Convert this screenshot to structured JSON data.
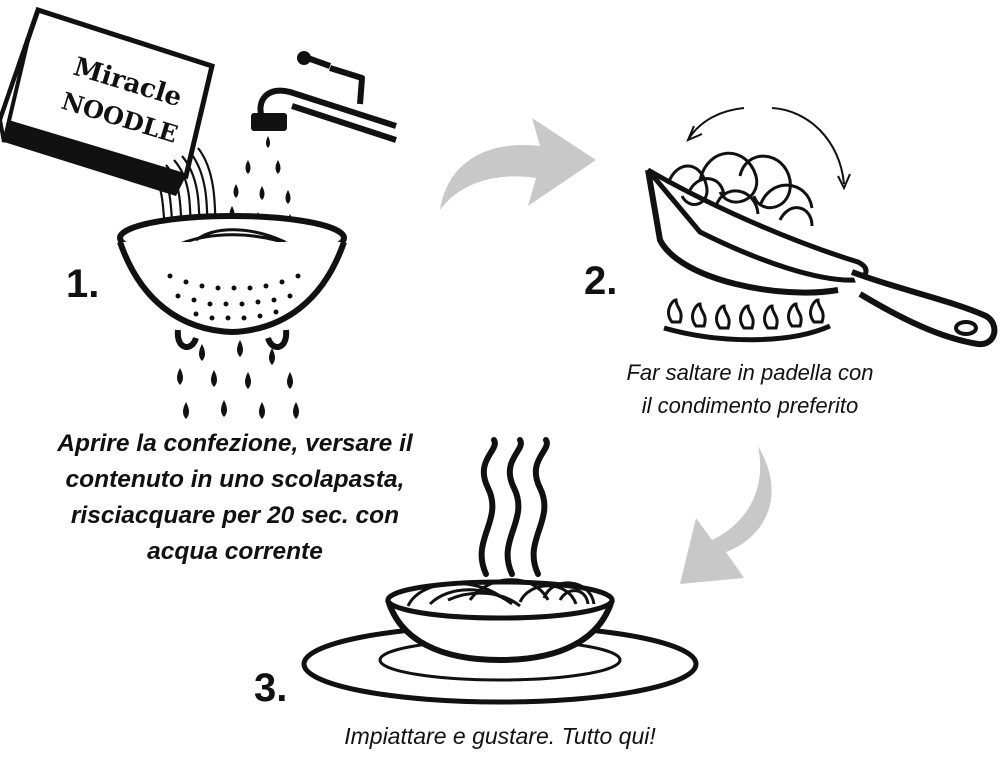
{
  "logo": {
    "line1": "Miracle",
    "line2": "NOODLE"
  },
  "steps": [
    {
      "number": "1.",
      "lines": [
        "Aprire la confezione, versare il",
        "contenuto in uno scolapasta,",
        "risciacquare per 20 sec. con",
        "acqua corrente"
      ]
    },
    {
      "number": "2.",
      "lines": [
        "Far saltare in padella con",
        "il condimento preferito"
      ]
    },
    {
      "number": "3.",
      "lines": [
        "Impiattare e gustare. Tutto qui!"
      ]
    }
  ],
  "colors": {
    "ink": "#111111",
    "arrow": "#c8c8c8",
    "background": "#ffffff"
  },
  "icons": [
    "package-icon",
    "faucet-icon",
    "colander-icon",
    "water-drops-icon",
    "curved-arrow-icon",
    "pan-icon",
    "flame-icon",
    "bowl-icon",
    "steam-icon"
  ]
}
